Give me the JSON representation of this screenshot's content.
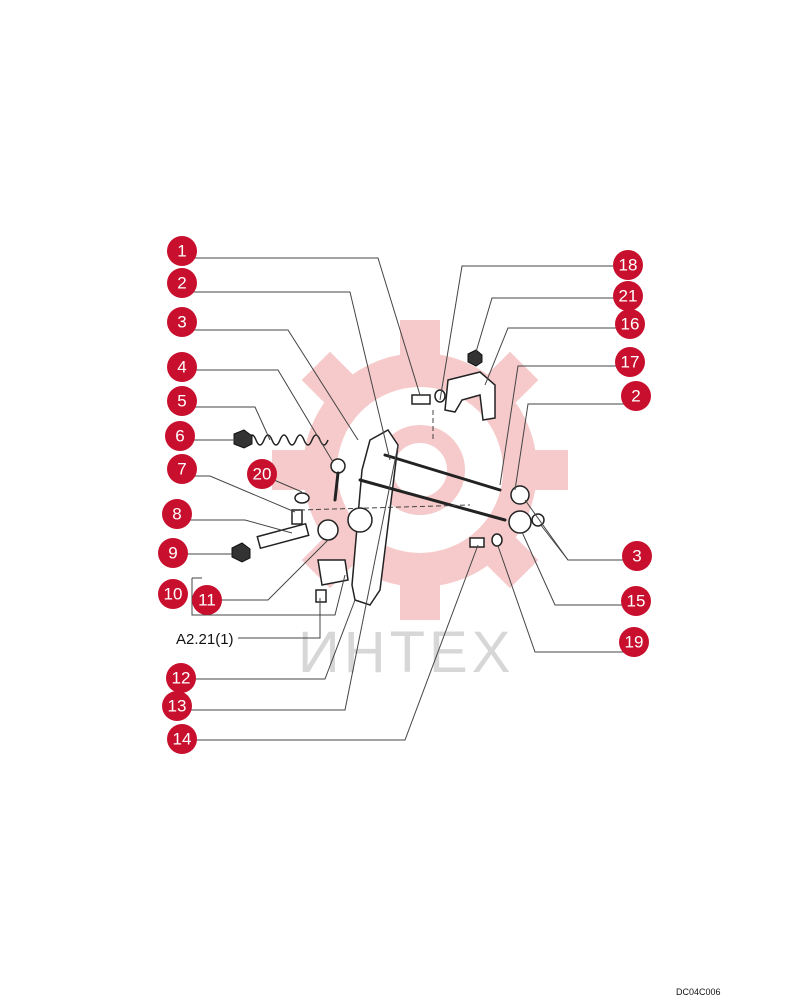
{
  "watermark": {
    "text": "ИНТЕХ",
    "gear_color": "#f6caca",
    "text_color": "#d7d7d7"
  },
  "accent_color": "#c8102e",
  "reference_label": "A2.21(1)",
  "drawing_code": "DC04C006",
  "callouts": [
    {
      "id": "c1",
      "label": "1"
    },
    {
      "id": "c2a",
      "label": "2"
    },
    {
      "id": "c3a",
      "label": "3"
    },
    {
      "id": "c4",
      "label": "4"
    },
    {
      "id": "c5",
      "label": "5"
    },
    {
      "id": "c6",
      "label": "6"
    },
    {
      "id": "c7",
      "label": "7"
    },
    {
      "id": "c20",
      "label": "20"
    },
    {
      "id": "c8",
      "label": "8"
    },
    {
      "id": "c9",
      "label": "9"
    },
    {
      "id": "c10",
      "label": "10"
    },
    {
      "id": "c11",
      "label": "11"
    },
    {
      "id": "c12",
      "label": "12"
    },
    {
      "id": "c13",
      "label": "13"
    },
    {
      "id": "c14",
      "label": "14"
    },
    {
      "id": "c18",
      "label": "18"
    },
    {
      "id": "c21",
      "label": "21"
    },
    {
      "id": "c16",
      "label": "16"
    },
    {
      "id": "c17",
      "label": "17"
    },
    {
      "id": "c2b",
      "label": "2"
    },
    {
      "id": "c3b",
      "label": "3"
    },
    {
      "id": "c15",
      "label": "15"
    },
    {
      "id": "c19",
      "label": "19"
    }
  ]
}
